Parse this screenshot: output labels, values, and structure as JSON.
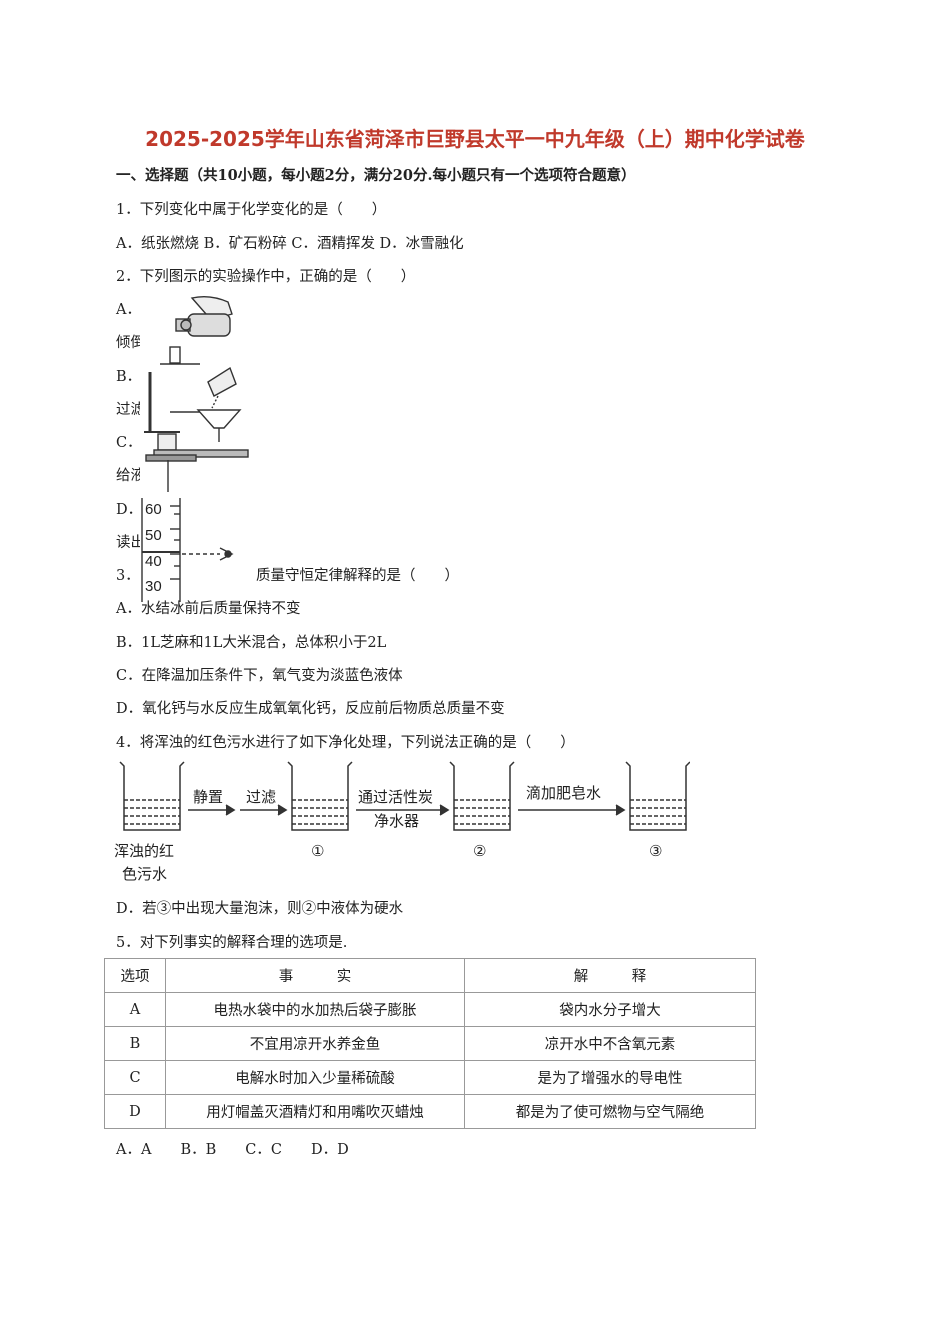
{
  "title": "2025-2025学年山东省菏泽市巨野县太平一中九年级（上）期中化学试卷",
  "section1": "一、选择题（共10小题，每小题2分，满分20分.每小题只有一个选项符合题意）",
  "q1": {
    "stem": "1．下列变化中属于化学变化的是（　　）",
    "options": "A．纸张燃烧 B．矿石粉碎 C．酒精挥发 D．冰雪融化"
  },
  "q2": {
    "stem": "2．下列图示的实验操作中，正确的是（　　）",
    "a_label": "A．",
    "a_text": "倾倒",
    "b_label": "B．",
    "b_text": "过滤",
    "c_label": "C．",
    "c_text": "给液",
    "d_label": "D．",
    "d_text": "读出",
    "scale_ticks": [
      "60",
      "50",
      "40",
      "30"
    ]
  },
  "q3": {
    "stem_fragment": "质量守恒定律解释的是（　　）",
    "stem_prefix": "3．",
    "options": [
      "A．水结冰前后质量保持不变",
      "B．1L芝麻和1L大米混合，总体积小于2L",
      "C．在降温加压条件下，氧气变为淡蓝色液体",
      "D．氧化钙与水反应生成氧氧化钙，反应前后物质总质量不变"
    ]
  },
  "q4": {
    "stem": "4．将浑浊的红色污水进行了如下净化处理，下列说法正确的是（　　）",
    "flow": {
      "start_label_1": "浑浊的红",
      "start_label_2": "色污水",
      "step1": "静置",
      "step2": "过滤",
      "step3_1": "通过活性炭",
      "step3_2": "净水器",
      "step4": "滴加肥皂水",
      "marks": [
        "①",
        "②",
        "③"
      ]
    },
    "option_d": "D．若③中出现大量泡沫，则②中液体为硬水"
  },
  "q5": {
    "stem": "5．对下列事实的解释合理的选项是.",
    "headers": [
      "选项",
      "事　　　实",
      "解　　　释"
    ],
    "rows": [
      [
        "A",
        "电热水袋中的水加热后袋子膨胀",
        "袋内水分子增大"
      ],
      [
        "B",
        "不宜用凉开水养金鱼",
        "凉开水中不含氧元素"
      ],
      [
        "C",
        "电解水时加入少量稀硫酸",
        "是为了增强水的导电性"
      ],
      [
        "D",
        "用灯帽盖灭酒精灯和用嘴吹灭蜡烛",
        "都是为了使可燃物与空气隔绝"
      ]
    ],
    "answers": "A．A　　B．B　　C．C　　D．D"
  }
}
